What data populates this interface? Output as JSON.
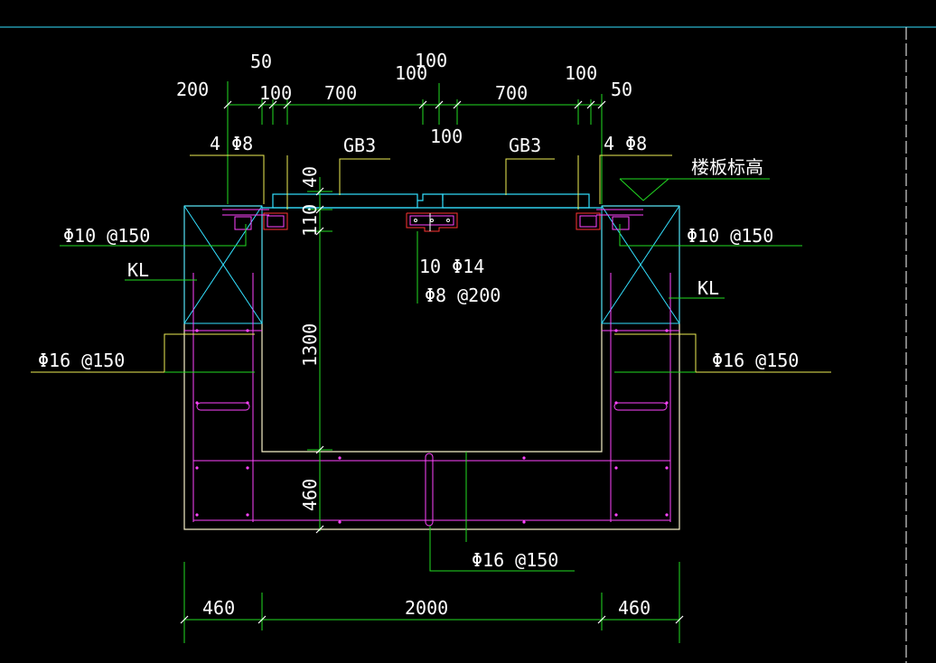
{
  "colors": {
    "background": "#000000",
    "outline": "#ffffff",
    "concrete": "#f5f0c8",
    "slab": "#33e0ff",
    "rebar": "#ff44ff",
    "dimension": "#22dd22",
    "leader": "#eeee55",
    "red_detail": "#ff3333",
    "frame_cyan": "#33e0ff"
  },
  "dimensions_top": {
    "d200": "200",
    "d50_left": "50",
    "d100_left": "100",
    "d700_left": "700",
    "d100_mid_a": "100",
    "d100_mid_top": "100",
    "d100_mid_b": "100",
    "d700_right": "700",
    "d100_right": "100",
    "d50_right": "50"
  },
  "dimensions_left": {
    "d40": "40",
    "d110": "110",
    "d1300": "1300",
    "d460": "460"
  },
  "dimensions_bottom": {
    "d460_left": "460",
    "d2000": "2000",
    "d460_right": "460"
  },
  "labels": {
    "gb3_left": "GB3",
    "gb3_right": "GB3",
    "bar_4phi8_left": "4 Φ8",
    "bar_4phi8_right": "4 Φ8",
    "floor_elevation": "楼板标高",
    "phi10_left": "Φ10 @150",
    "phi10_right": "Φ10 @150",
    "kl_left": "KL",
    "kl_right": "KL",
    "phi16_left": "Φ16 @150",
    "phi16_right": "Φ16 @150",
    "phi16_bottom": "Φ16 @150",
    "bar_10phi14": "10 Φ14",
    "stirrup_phi8": "Φ8 @200"
  }
}
